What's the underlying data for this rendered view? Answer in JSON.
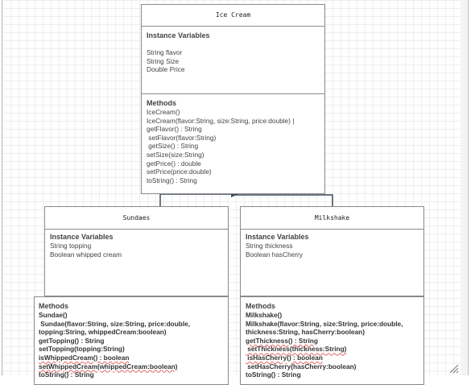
{
  "ice_cream": {
    "title": "Ice Cream",
    "vars_header": "Instance Variables",
    "vars": [
      "String flavor",
      "String Size",
      "Double Price"
    ],
    "methods_header": "Methods",
    "methods": [
      "IceCream()",
      "IceCream(flavor:String, size:String, price:double) |",
      "getFlavor() : String",
      " setFlavor(flavor:String)",
      " getSize() : String",
      "setSize(size:String)",
      "getPrice() : double",
      "setPrice(price:double)",
      "toString() : String"
    ]
  },
  "sundaes": {
    "title": "Sundaes",
    "vars_header": "Instance Variables",
    "vars": [
      "String topping",
      "Boolean whipped cream"
    ],
    "methods_header": "Methods",
    "methods": [
      "Sundae()",
      " Sundae(flavor:String, size:String, price:double,",
      "topping:String, whippedCream:boolean)",
      "getTopping() : String",
      "setTopping(topping:String)",
      "isWhippedCream() : boolean",
      "setWhippedCream(whippedCream:boolean)",
      "toString() : String"
    ]
  },
  "milkshake": {
    "title": "Milkshake",
    "vars_header": "Instance Variables",
    "vars": [
      "String thickness",
      "Boolean hasCherry"
    ],
    "methods_header": "Methods",
    "methods": [
      "Milkshake()",
      "Milkshake(flavor:String, size:String, price:double,",
      "thickness:String, hasCherry:boolean)",
      "getThickness() : String",
      " setThickness(thickness:String)",
      " isHasCherry() : boolean",
      " setHasCherry(hasCherry:boolean)",
      "toString() : String"
    ]
  }
}
